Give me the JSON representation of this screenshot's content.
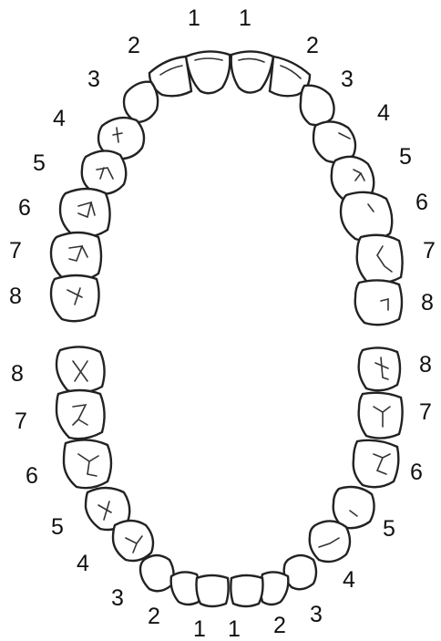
{
  "colors": {
    "outline": "#222222",
    "background": "#ffffff",
    "text": "#111111"
  },
  "upper_arch": {
    "left_labels": [
      "1",
      "2",
      "3",
      "4",
      "5",
      "6",
      "7",
      "8"
    ],
    "right_labels": [
      "1",
      "2",
      "3",
      "4",
      "5",
      "6",
      "7",
      "8"
    ]
  },
  "lower_arch": {
    "left_labels": [
      "8",
      "7",
      "6",
      "5",
      "4",
      "3",
      "2",
      "1"
    ],
    "right_labels": [
      "8",
      "7",
      "6",
      "5",
      "4",
      "3",
      "2",
      "1"
    ]
  }
}
